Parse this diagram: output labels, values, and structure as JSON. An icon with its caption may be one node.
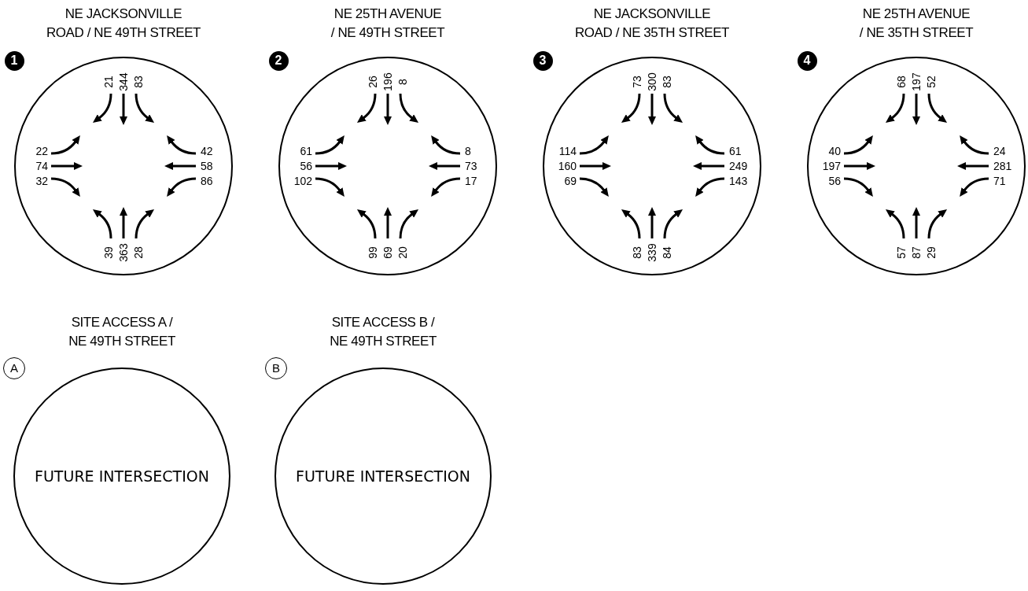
{
  "diagram": {
    "nodes": [
      {
        "text": [
          "NE JACKSONVILLE ROAD / NE 49TH STREET",
          "21",
          "344",
          "83",
          "22",
          "74",
          "32",
          "42",
          "58",
          "86",
          "39",
          "363",
          "28"
        ]
      },
      {
        "text": [
          "1"
        ]
      },
      {
        "text": [
          "NE 25TH AVENUE / NE 49TH STREET",
          "26",
          "196",
          "8",
          "61",
          "56",
          "102",
          "8",
          "73",
          "17",
          "99",
          "69",
          "20"
        ]
      },
      {
        "text": [
          "2"
        ]
      },
      {
        "text": [
          "NE JACKSONVILLE ROAD / NE 35TH STREET",
          "73",
          "300",
          "83",
          "114",
          "160",
          "69",
          "61",
          "249",
          "143",
          "83",
          "339",
          "84"
        ]
      },
      {
        "text": [
          "3"
        ]
      },
      {
        "text": [
          "NE 25TH AVENUE / NE 35TH STREET",
          "68",
          "197",
          "52",
          "40",
          "197",
          "56",
          "24",
          "281",
          "71",
          "57",
          "87",
          "29"
        ]
      },
      {
        "text": [
          "4"
        ]
      },
      {
        "text": [
          "SITE ACCESS A / NE 49TH STREET",
          "FUTURE INTERSECTION"
        ]
      },
      {
        "text": [
          "A"
        ]
      },
      {
        "text": [
          "SITE ACCESS B / NE 49TH STREET",
          "FUTURE INTERSECTION"
        ]
      },
      {
        "text": [
          "B"
        ]
      }
    ]
  }
}
